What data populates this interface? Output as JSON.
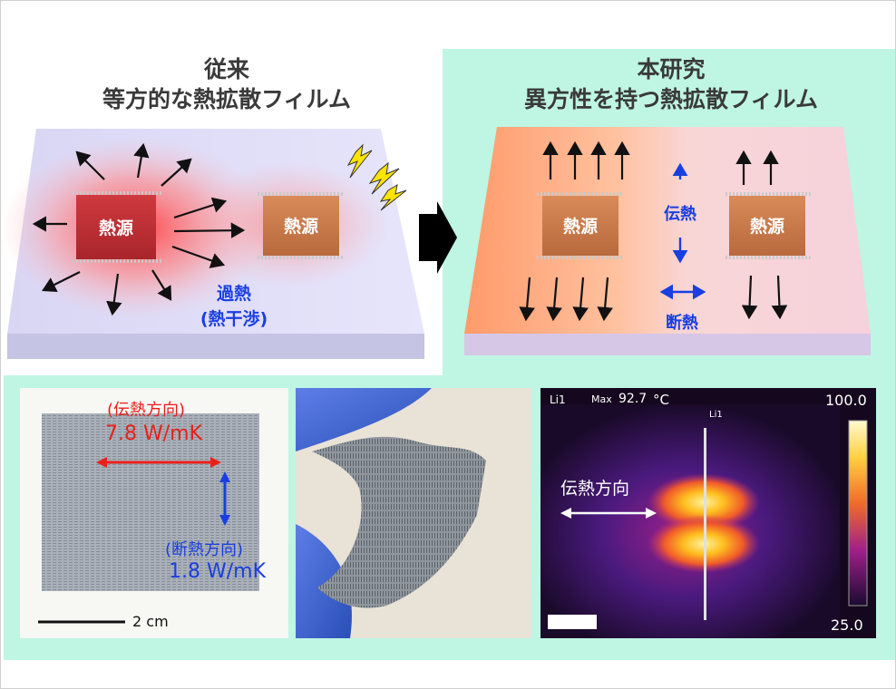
{
  "top_left": {
    "heading_line1": "従来",
    "heading_line2": "等方的な熱拡散フィルム",
    "chip_hot": "熱源",
    "chip_cool": "熱源",
    "overheat_line1": "過熱",
    "overheat_line2": "(熱干渉)"
  },
  "top_right": {
    "heading_line1": "本研究",
    "heading_line2": "異方性を持つ熱拡散フィルム",
    "chip_left": "熱源",
    "chip_right": "熱源",
    "conduct_label": "伝熱",
    "insulate_label": "断熱"
  },
  "photo_film": {
    "conduct_dir_label": "(伝熱方向)",
    "conduct_value": "7.8 W/mK",
    "insulate_dir_label": "(断熱方向)",
    "insulate_value": "1.8 W/mK",
    "scale_label": "2 cm"
  },
  "thermal_image": {
    "roi_label": "Li1",
    "max_label": "Max",
    "max_value": "92.7",
    "unit": "°C",
    "line_label": "Li1",
    "scale_max": "100.0",
    "scale_min": "25.0",
    "direction_label": "伝熱方向"
  },
  "colors": {
    "mint": "#bff5e3",
    "red_label": "#e8201a",
    "blue_label": "#1a3fe0"
  }
}
